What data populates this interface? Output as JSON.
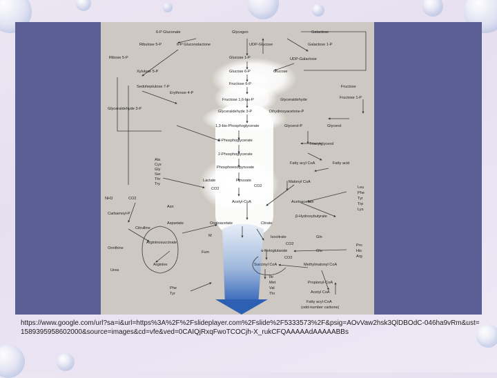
{
  "slide": {
    "caption": "https://www.google.com/url?sa=i&url=https%3A%2F%2Fslideplayer.com%2Fslide%2F5333573%2F&psig=AOvVaw2hsk3QlDBOdC-046ha9vRm&ust=1589395958602000&source=images&cd=vfe&ved=0CAIQjRxqFwoTCOCjh-X_rukCFQAAAAAdAAAAABBs"
  },
  "diagram": {
    "labels": [
      "6-P Gluconate",
      "Glycogen",
      "Galactose",
      "Ribulose 5-P",
      "6-P Gluconolactone",
      "UDP-Glucose",
      "Galactose 1-P",
      "Ribose 5-P",
      "Glucose 1-P",
      "UDP-Galactose",
      "Xylulose 5-P",
      "Glucose 6-P",
      "Glucose",
      "Sedoheptulose 7-P",
      "Erythrose 4-P",
      "Fructose 6-P",
      "Fructose",
      "Fructose 1-P",
      "Fructose 1,6-bis-P",
      "Glyceraldehyde",
      "Glyceraldehyde 3-P",
      "Glyceraldehyde 3-P",
      "Dihydroxyacetone-P",
      "1,3-bis-Phosphoglycerate",
      "Glycerol-P",
      "Glycerol",
      "3-Phosphoglycerate",
      "Triacylglycerol",
      "2-Phosphoglycerate",
      "Fatty acyl CoA",
      "Fatty acid",
      "Ala",
      "Cys",
      "Gly",
      "Ser",
      "Thr",
      "Try",
      "Phosphoenolpyruvate",
      "Lactate",
      "Pyruvate",
      "CO2",
      "CO2",
      "Malonyl CoA",
      "Leu",
      "Phe",
      "Tyr",
      "Trp",
      "Lys",
      "NH3",
      "CO2",
      "Acetyl-CoA",
      "Acetoacetate",
      "Carbamoyl-P",
      "Asn",
      "β-Hydroxybutyrate",
      "Aspartate",
      "Oxaloacetate",
      "Citrate",
      "Citrulline",
      "Argininosuccinate",
      "M",
      "Isocitrate",
      "Gln",
      "Ornithine",
      "CO2",
      "Glu",
      "Pro",
      "Fum",
      "α-Ketoglutarate",
      "His",
      "Arg",
      "Arginine",
      "CO2",
      "Urea",
      "Succinyl CoA",
      "Methylmalonyl CoA",
      "Ile",
      "Met",
      "Val",
      "Thr",
      "Propionyl-CoA",
      "Phe",
      "Tyr",
      "Acetyl CoA",
      "Fatty acyl-CoA",
      "(odd-number carbons)"
    ]
  }
}
